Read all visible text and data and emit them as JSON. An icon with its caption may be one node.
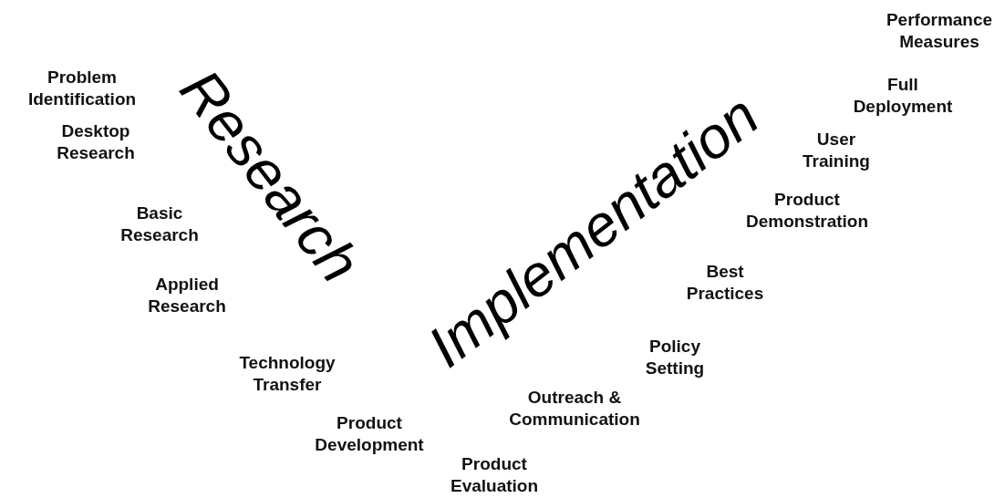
{
  "diagram": {
    "labels": [
      "Problem Identification",
      "Desktop Research",
      "Basic Research",
      "Applied Research",
      "Technology Transfer",
      "Product Development",
      "Product Evaluation",
      "Outreach & Communication",
      "Policy Setting",
      "Best Practices",
      "Product Demonstration",
      "User Training",
      "Full Deployment",
      "Performance Measures",
      "Research",
      "Implementation"
    ]
  }
}
